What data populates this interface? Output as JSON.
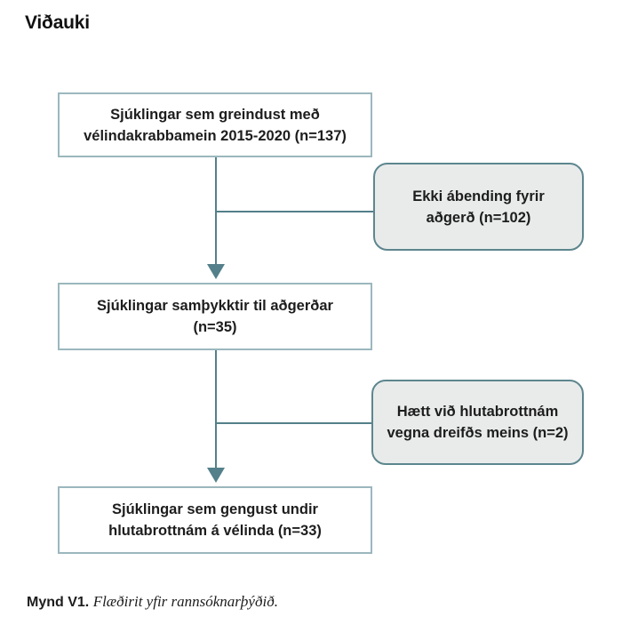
{
  "page": {
    "title": "Viðauki"
  },
  "colors": {
    "line": "#53808a",
    "main_box_border": "#9cb7bd",
    "side_box_border": "#5d868e",
    "side_box_fill": "#e9ebeb",
    "text": "#1d1d1d",
    "title": "#111111",
    "page_bg": "#ffffff"
  },
  "flowchart": {
    "main_boxes": [
      {
        "lines": [
          "Sjúklingar sem greindust með",
          "vélindakrabbamein 2015-2020 (n=137)"
        ]
      },
      {
        "lines": [
          "Sjúklingar samþykktir til aðgerðar",
          "(n=35)"
        ]
      },
      {
        "lines": [
          "Sjúklingar sem gengust undir",
          "hlutabrottnám á vélinda (n=33)"
        ]
      }
    ],
    "side_boxes": [
      {
        "lines": [
          "Ekki ábending fyrir",
          "aðgerð (n=102)"
        ]
      },
      {
        "lines": [
          "Hætt við hlutabrottnám",
          "vegna dreifðs meins (n=2)"
        ]
      }
    ]
  },
  "caption": {
    "label": "Mynd V1.",
    "text": "Flæðirit yfir rannsóknarþýðið."
  }
}
